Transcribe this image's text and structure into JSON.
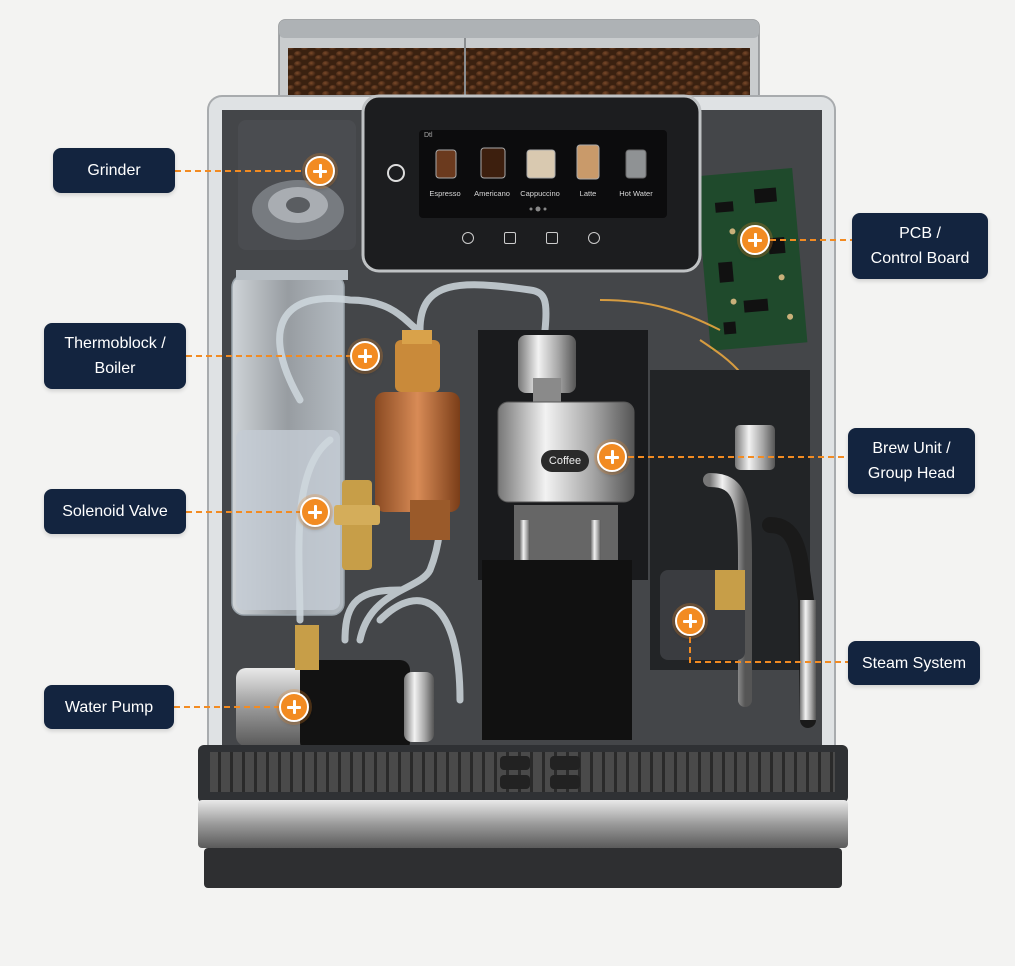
{
  "callouts": [
    {
      "id": "grinder",
      "lines": [
        "Grinder"
      ]
    },
    {
      "id": "thermoblock",
      "lines": [
        "Thermoblock /",
        "Boiler"
      ]
    },
    {
      "id": "solenoid",
      "lines": [
        "Solenoid Valve"
      ]
    },
    {
      "id": "pump",
      "lines": [
        "Water Pump"
      ]
    },
    {
      "id": "pcb",
      "lines": [
        "PCB /",
        "Control Board"
      ]
    },
    {
      "id": "brew",
      "lines": [
        "Brew Unit /",
        "Group Head"
      ]
    },
    {
      "id": "steam",
      "lines": [
        "Steam System"
      ]
    }
  ],
  "display": {
    "drinks": [
      "Espresso",
      "Americano",
      "Cappuccino",
      "Latte",
      "Hot Water"
    ],
    "header": "Dtl"
  },
  "brew_unit_label": "Coffee",
  "colors": {
    "callout_bg": "#13243f",
    "hotspot": "#f28b22",
    "leader": "#f28b22"
  },
  "icons": [
    "power-icon",
    "plus-icon"
  ]
}
